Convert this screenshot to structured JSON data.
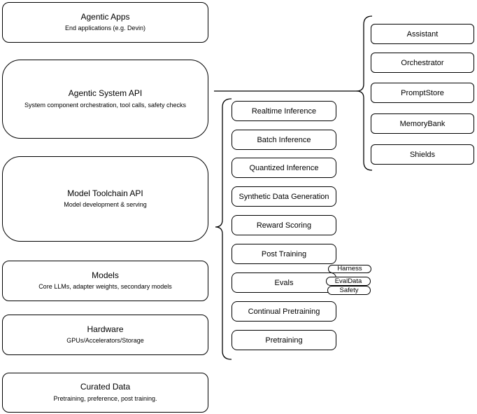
{
  "diagram": {
    "type": "architecture-diagram",
    "colors": {
      "stroke": "#000000",
      "fill": "#ffffff",
      "text": "#000000"
    },
    "left_column": {
      "boxes": [
        {
          "id": "agentic-apps",
          "title": "Agentic Apps",
          "subtitle": "End applications (e.g. Devin)"
        },
        {
          "id": "agentic-system-api",
          "title": "Agentic System API",
          "subtitle": "System component orchestration, tool calls, safety checks"
        },
        {
          "id": "model-toolchain-api",
          "title": "Model Toolchain API",
          "subtitle": "Model development & serving"
        },
        {
          "id": "models",
          "title": "Models",
          "subtitle": "Core LLMs, adapter weights, secondary models"
        },
        {
          "id": "hardware",
          "title": "Hardware",
          "subtitle": "GPUs/Accelerators/Storage"
        },
        {
          "id": "curated-data",
          "title": "Curated Data",
          "subtitle": "Pretraining, preference, post training."
        }
      ]
    },
    "middle_column": {
      "attached_to": "Model Toolchain API",
      "items": [
        {
          "label": "Realtime Inference"
        },
        {
          "label": "Batch Inference"
        },
        {
          "label": "Quantized Inference"
        },
        {
          "label": "Synthetic Data Generation"
        },
        {
          "label": "Reward Scoring"
        },
        {
          "label": "Post Training"
        },
        {
          "label": "Evals"
        },
        {
          "label": "Continual Pretraining"
        },
        {
          "label": "Pretraining"
        }
      ]
    },
    "eval_tags": {
      "attached_to": "Evals",
      "items": [
        {
          "label": "Harness"
        },
        {
          "label": "EvalData"
        },
        {
          "label": "Safety"
        }
      ]
    },
    "right_column": {
      "attached_to": "Agentic System API",
      "items": [
        {
          "label": "Assistant"
        },
        {
          "label": "Orchestrator"
        },
        {
          "label": "PromptStore"
        },
        {
          "label": "MemoryBank"
        },
        {
          "label": "Shields"
        }
      ]
    }
  }
}
